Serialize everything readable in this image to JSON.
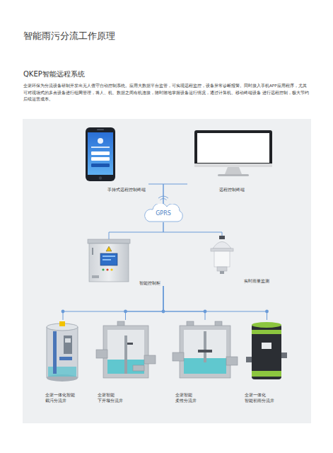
{
  "diagram": {
    "title": "智能雨污分流工作原理",
    "nodes": [
      {
        "text": [
          "手持式远程控制终端"
        ]
      },
      {
        "text": [
          "远程控制终端"
        ]
      },
      {
        "text": [
          "GPRS"
        ]
      },
      {
        "text": [
          "智能控制柜"
        ]
      },
      {
        "text": [
          "实时雨量监测"
        ]
      },
      {
        "text": [
          "全渠一体化智能 截污分流井"
        ]
      },
      {
        "text": [
          "全渠智能 下开堰分流井"
        ]
      },
      {
        "text": [
          "全渠智能 柔性分流井"
        ]
      },
      {
        "text": [
          "全渠一体化 智能初雨分流井"
        ]
      }
    ],
    "edges": [
      {
        "from": 0,
        "to": 2,
        "arrow": "none"
      },
      {
        "from": 1,
        "to": 2,
        "arrow": "none"
      },
      {
        "from": 2,
        "to": 3,
        "arrow": "none"
      },
      {
        "from": 2,
        "to": 4,
        "arrow": "none"
      },
      {
        "from": 3,
        "to": 5,
        "arrow": "none"
      },
      {
        "from": 3,
        "to": 6,
        "arrow": "none"
      },
      {
        "from": 3,
        "to": 7,
        "arrow": "none"
      },
      {
        "from": 3,
        "to": 8,
        "arrow": "none"
      }
    ],
    "labels": [
      "QKEP智能远程系统",
      "全渠环保为分流设备研制开发出无人值守自动控制系统。应用大数据平台监管，可实现远程监控，设备异常诊断报警。同时接入手机APP应用程序，尤其可对现场式的多点设备进行组网管理，将人、机、数据之间有机连接，随时随地掌握设备运行情况，通过计算机、移动终端设备 进行远程控制，极大节约后续运营成本。"
    ]
  }
}
